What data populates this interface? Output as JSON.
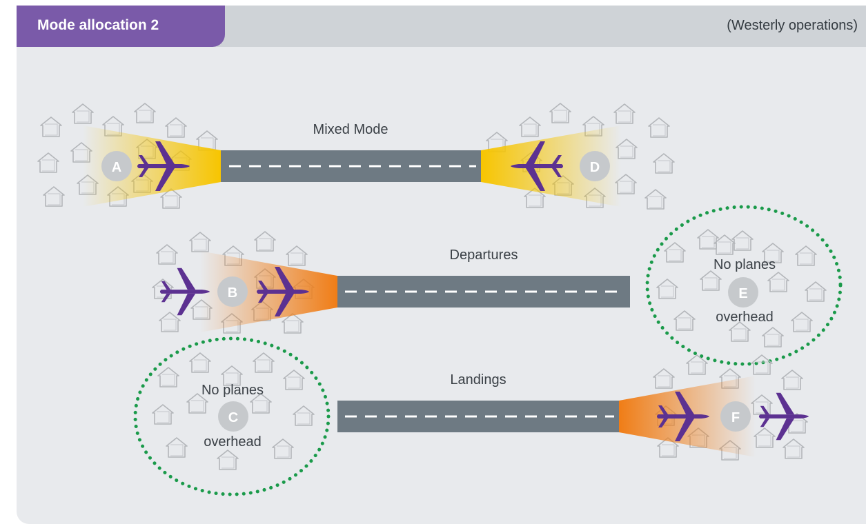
{
  "header": {
    "title": "Mode allocation 2",
    "subtitle": "(Westerly operations)"
  },
  "rows": [
    {
      "label": "Mixed Mode"
    },
    {
      "label": "Departures"
    },
    {
      "label": "Landings"
    }
  ],
  "zones": [
    {
      "id": "A"
    },
    {
      "id": "B"
    },
    {
      "id": "C",
      "line1": "No planes",
      "line2": "overhead"
    },
    {
      "id": "D"
    },
    {
      "id": "E",
      "line1": "No planes",
      "line2": "overhead"
    },
    {
      "id": "F"
    }
  ],
  "colors": {
    "header_tab": "#7a5aa9",
    "header_bar": "#cfd3d7",
    "panel_bg": "#e8eaed",
    "runway": "#6e7a83",
    "mixed_mode_beam": "#f7c500",
    "single_mode_beam": "#f07d16",
    "plane": "#5c3191",
    "no_planes_circle": "#1a9a4a",
    "zone_marker": "#c6c9cc"
  }
}
